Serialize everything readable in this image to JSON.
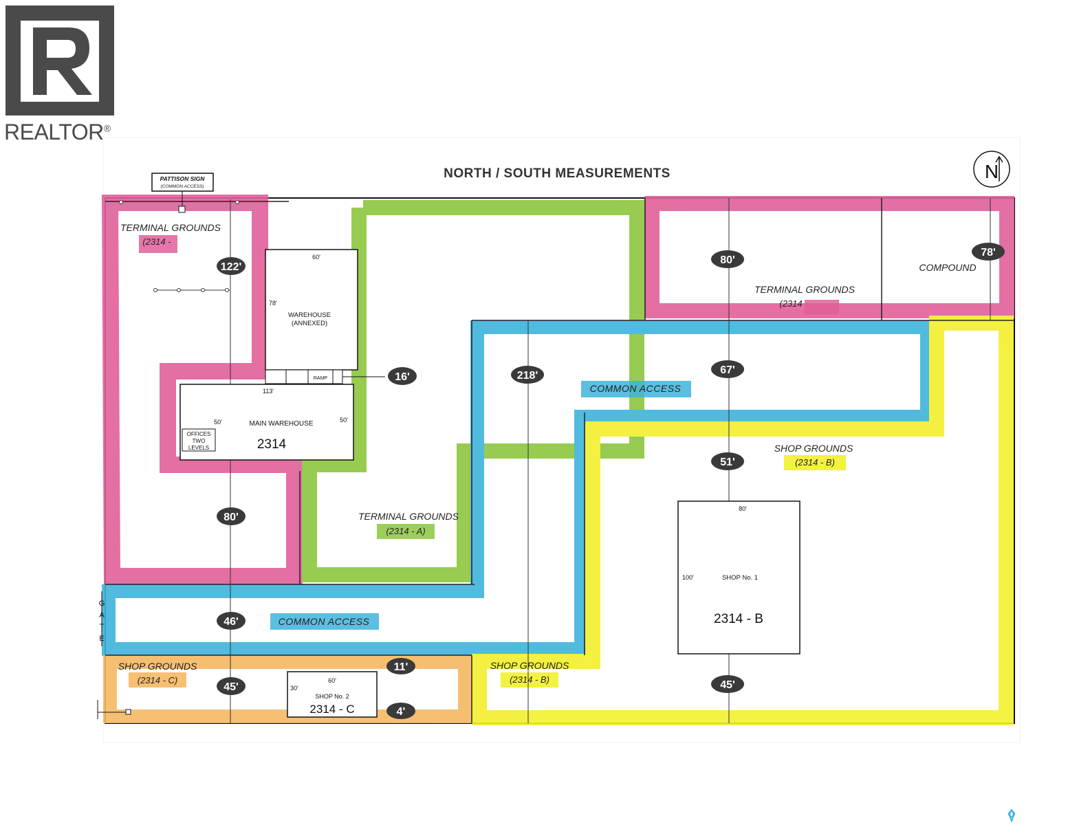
{
  "brand": {
    "name": "REALTOR",
    "reg": "®",
    "colors": {
      "logo": "#4a4a4a"
    }
  },
  "title": "NORTH / SOUTH MEASUREMENTS",
  "north": "N",
  "colors": {
    "pink": "#e0609a",
    "green": "#8cc63f",
    "blue": "#3fb3dc",
    "yellow": "#f2ef2e",
    "orange": "#f5b862"
  },
  "sign": {
    "line1": "PATTISON SIGN",
    "line2": "(COMMON ACCESS)"
  },
  "zones": {
    "terminal_nw": {
      "name": "TERMINAL GROUNDS",
      "code": "(2314 -"
    },
    "terminal_ne": {
      "name": "TERMINAL GROUNDS",
      "code": "(2314"
    },
    "compound": "COMPOUND",
    "terminal_a": {
      "name": "TERMINAL GROUNDS",
      "code": "(2314 - A)"
    },
    "common_upper": "COMMON ACCESS",
    "common_lower": "COMMON ACCESS",
    "shop_b_upper": {
      "name": "SHOP GROUNDS",
      "code": "(2314 - B)"
    },
    "shop_b_lower": {
      "name": "SHOP GROUNDS",
      "code": "(2314 - B)"
    },
    "shop_c": {
      "name": "SHOP GROUNDS",
      "code": "(2314 - C)"
    },
    "gate": [
      "G",
      "A",
      "T",
      "E"
    ]
  },
  "buildings": {
    "warehouse_annexed": {
      "line1": "WAREHOUSE",
      "line2": "(ANNEXED)",
      "dim_top": "60'",
      "dim_side": "78'"
    },
    "ramp": "RAMP",
    "main_warehouse": {
      "name": "MAIN WAREHOUSE",
      "number": "2314",
      "dim_top": "113'",
      "dim_left": "50'",
      "dim_right": "50'",
      "offices1": "OFFICES",
      "offices2": "TWO",
      "offices3": "LEVELS"
    },
    "shop1": {
      "name": "SHOP No. 1",
      "number": "2314 - B",
      "dim_top": "80'",
      "dim_side": "100'"
    },
    "shop2": {
      "name": "SHOP No. 2",
      "number": "2314 - C",
      "dim_top": "60'",
      "dim_side": "30'"
    }
  },
  "measurements": {
    "m122": "122'",
    "m80_left": "80'",
    "m46": "46'",
    "m45_left": "45'",
    "m16": "16'",
    "m218": "218'",
    "m80_right": "80'",
    "m78": "78'",
    "m67": "67'",
    "m51": "51'",
    "m45_right": "45'",
    "m11": "11'",
    "m4": "4'"
  }
}
